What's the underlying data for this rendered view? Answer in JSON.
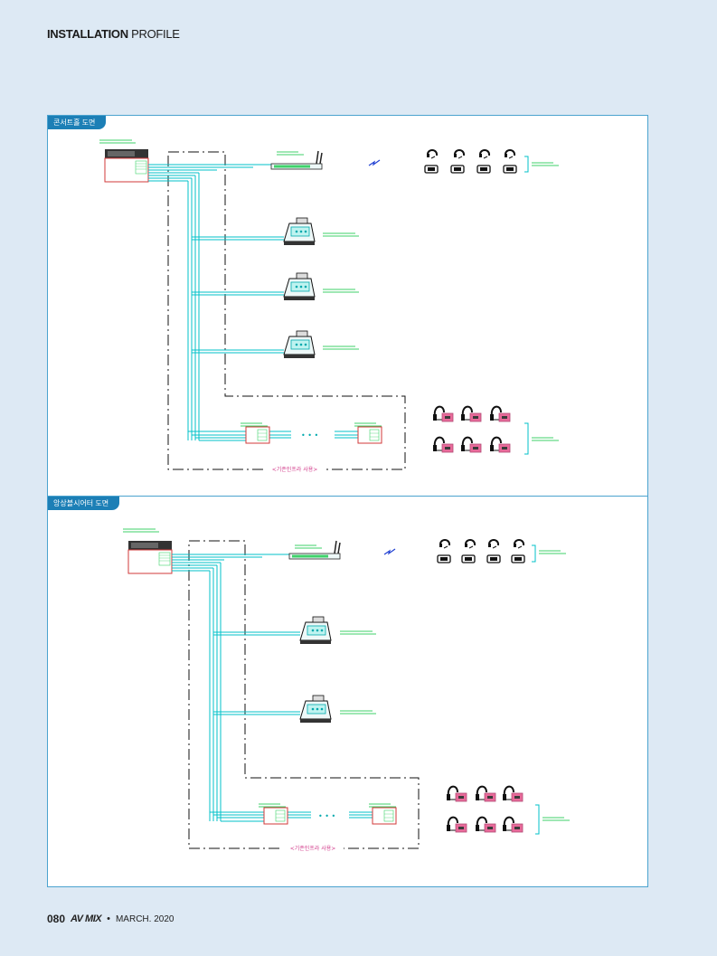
{
  "header": {
    "bold": "INSTALLATION",
    "light": "PROFILE"
  },
  "sections": [
    {
      "tab": "콘서트홀 도면",
      "existing_label": "<기존인프라 사용>",
      "dots": "• • •"
    },
    {
      "tab": "앙상블시어터 도면",
      "existing_label": "<기존인프라 사용>",
      "dots": "• • •"
    }
  ],
  "footer": {
    "page": "080",
    "brand": "AV MIX",
    "separator": "•",
    "date": "MARCH. 2020"
  },
  "colors": {
    "frame": "#4ba3cf",
    "tab": "#1c7fb6",
    "cyan": "#00c2c8",
    "green": "#3fd26a",
    "red": "#d23a3a",
    "pink": "#e86a9a"
  }
}
